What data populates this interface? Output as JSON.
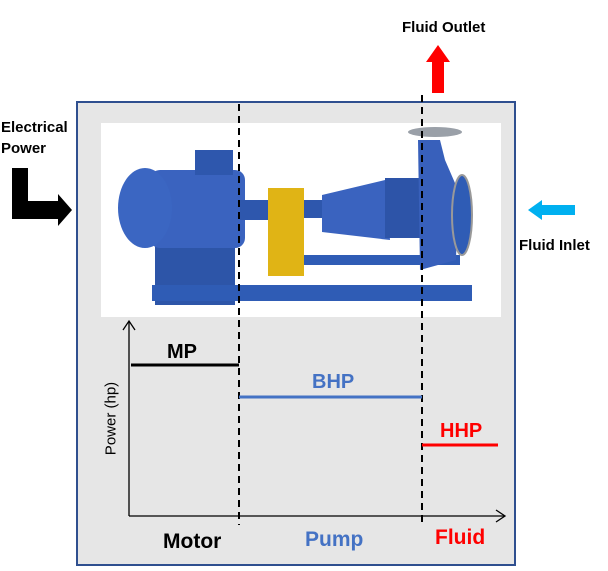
{
  "labels": {
    "fluid_outlet": "Fluid Outlet",
    "electrical_power_1": "Electrical",
    "electrical_power_2": "Power",
    "fluid_inlet": "Fluid Inlet",
    "y_axis": "Power (hp)"
  },
  "levels": {
    "mp": "MP",
    "bhp": "BHP",
    "hhp": "HHP"
  },
  "sections": {
    "motor": "Motor",
    "pump": "Pump",
    "fluid": "Fluid"
  },
  "colors": {
    "motor": "#000000",
    "pump": "#4472c4",
    "fluid": "#ff0000",
    "inlet_arrow": "#00b0f0",
    "box_border": "#2f4f8f",
    "box_fill": "#e6e6e6"
  }
}
